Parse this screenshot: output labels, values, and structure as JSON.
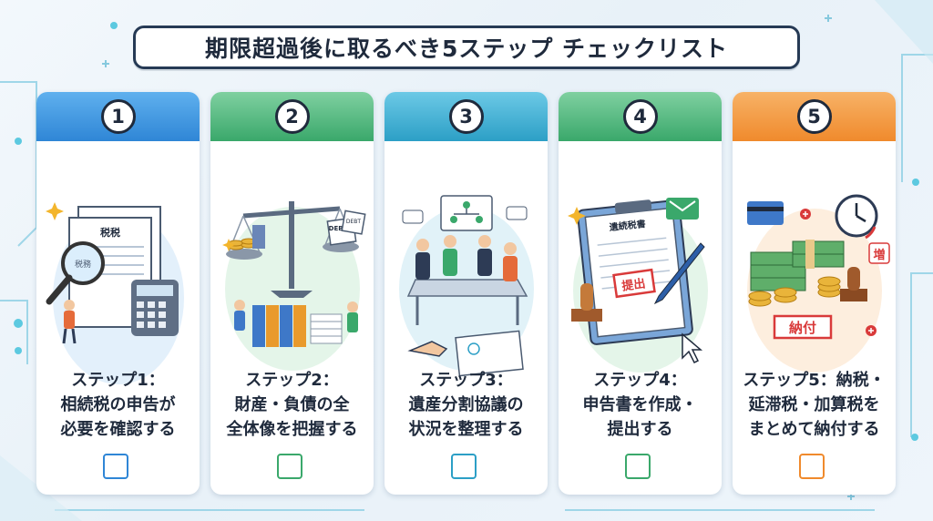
{
  "title": "期限超過後に取るべき5ステップ チェックリスト",
  "steps": [
    {
      "number": "1",
      "label": "ステップ1：\n相続税の申告が\n必要を確認する",
      "color": "#2f86d6",
      "color2": "#5fb0ee"
    },
    {
      "number": "2",
      "label": "ステップ2：\n財産・負債の全\n全体像を把握する",
      "color": "#3aa86b",
      "color2": "#7fd0a0"
    },
    {
      "number": "3",
      "label": "ステップ3：\n遺産分割協議の\n状況を整理する",
      "color": "#2c9fc6",
      "color2": "#6cc9e6"
    },
    {
      "number": "4",
      "label": "ステップ4：\n申告書を作成・\n提出する",
      "color": "#3aa86b",
      "color2": "#7fd0a0"
    },
    {
      "number": "5",
      "label": "ステップ5：納税・\n延滞税・加算税を\nまとめて納付する",
      "color": "#f08a2c",
      "color2": "#f7b267"
    }
  ],
  "illustration_labels": {
    "tax_doc": "税税",
    "tax_doc2": "税務",
    "debt1": "DEBT",
    "debt2": "DEBT",
    "will": "遺続税書",
    "stamp": "提出",
    "increase": "増",
    "pay": "納付"
  }
}
